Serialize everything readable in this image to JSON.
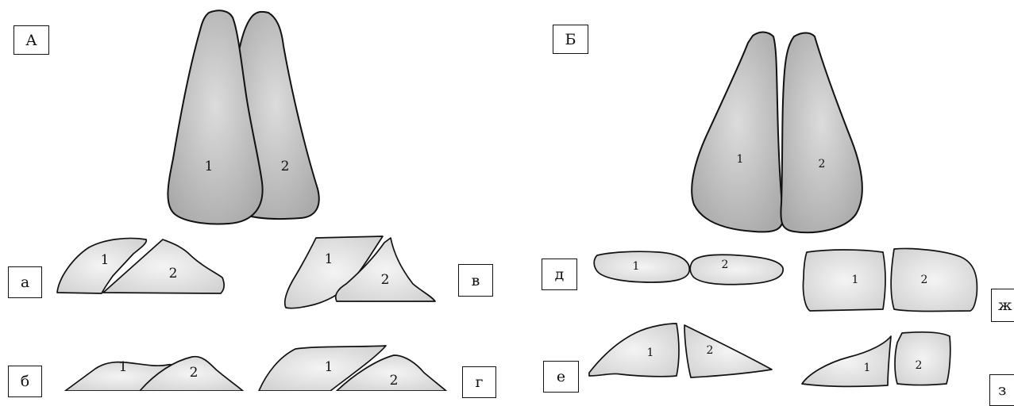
{
  "panels": {
    "A": {
      "label": "А",
      "tooth1": "1",
      "tooth2": "2"
    },
    "B": {
      "label": "Б",
      "tooth1": "1",
      "tooth2": "2"
    }
  },
  "sections": {
    "a": {
      "label": "а",
      "p1": "1",
      "p2": "2"
    },
    "b": {
      "label": "б",
      "p1": "1",
      "p2": "2"
    },
    "v": {
      "label": "в",
      "p1": "1",
      "p2": "2"
    },
    "g": {
      "label": "г",
      "p1": "1",
      "p2": "2"
    },
    "d": {
      "label": "д",
      "p1": "1",
      "p2": "2"
    },
    "e": {
      "label": "е",
      "p1": "1",
      "p2": "2"
    },
    "zh": {
      "label": "ж",
      "p1": "1",
      "p2": "2"
    },
    "z": {
      "label": "з",
      "p1": "1",
      "p2": "2"
    }
  },
  "colors": {
    "tooth_fill": "#bcbcbc",
    "section_fill": "#e6e6e6",
    "outline": "#111111"
  }
}
